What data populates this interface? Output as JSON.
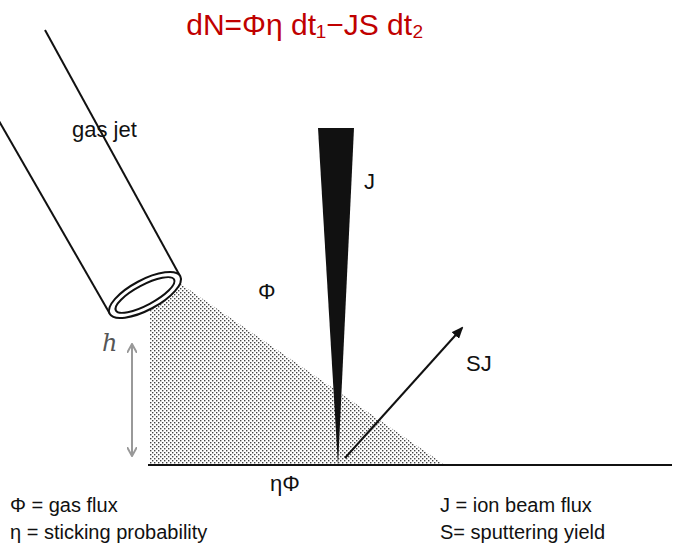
{
  "diagram": {
    "title": "dN=Φη dt₁−JS dt₂",
    "labels": [
      "gas jet",
      "Φ",
      "J",
      "SJ",
      "h",
      "ηΦ",
      "Φ = gas flux",
      "η = sticking probability",
      "J = ion beam flux",
      "S= sputtering yield"
    ]
  }
}
